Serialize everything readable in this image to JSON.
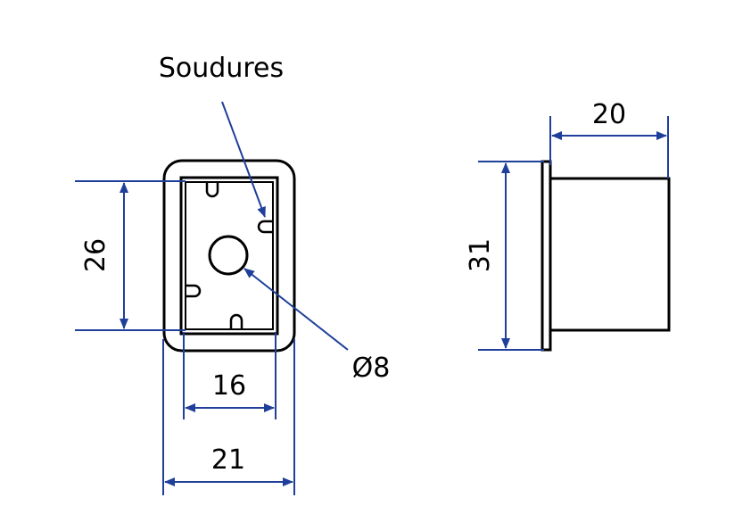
{
  "labels": {
    "welds": "Soudures",
    "hole_diameter": "Ø8"
  },
  "dimensions": {
    "front_height": "26",
    "inner_width": "16",
    "outer_width": "21",
    "side_depth": "20",
    "side_height": "31"
  },
  "colors": {
    "dimension_lines": "#1f3f9a",
    "part_outline": "#000000",
    "background": "#ffffff"
  }
}
